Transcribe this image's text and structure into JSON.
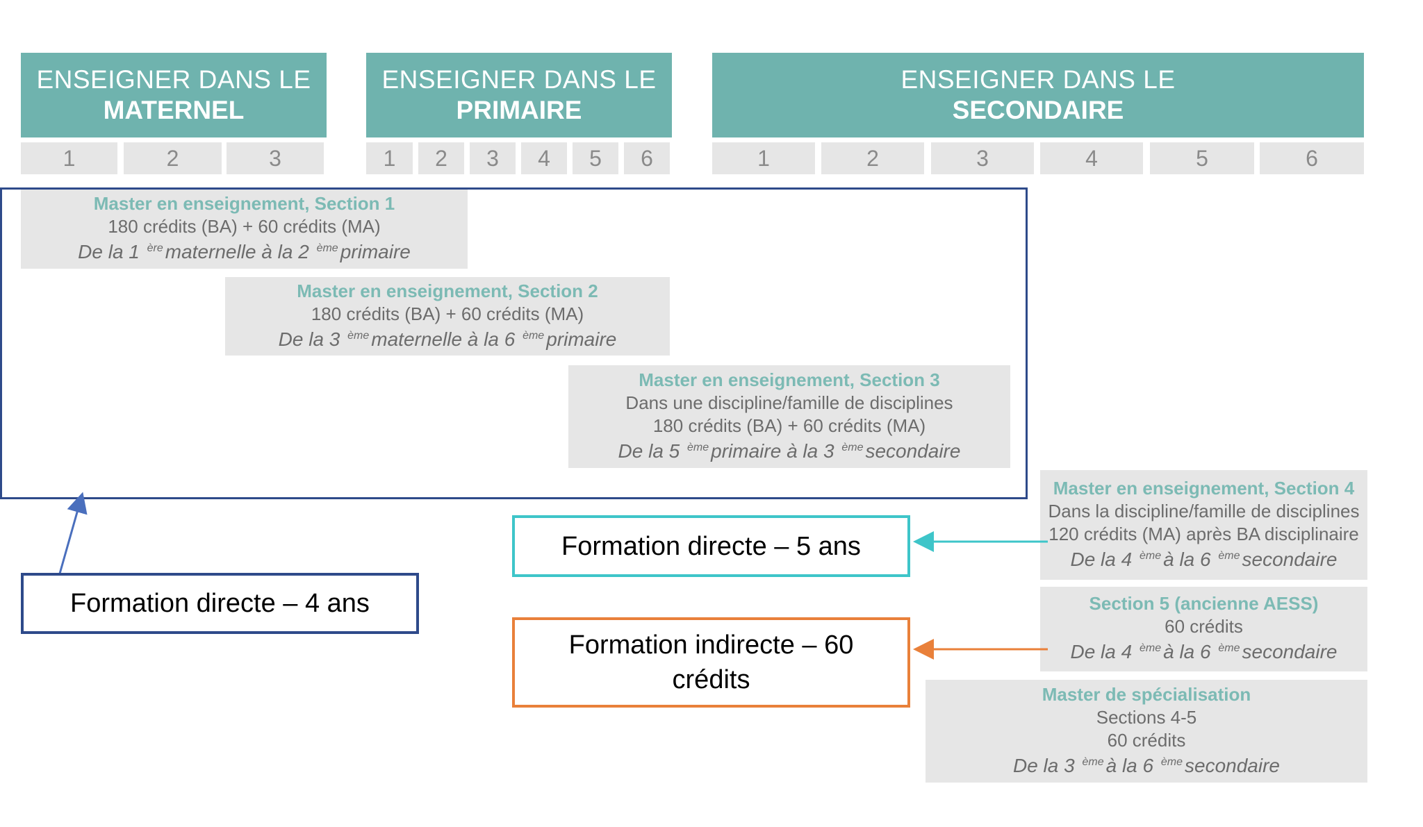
{
  "headers": [
    {
      "top": "ENSEIGNER DANS LE",
      "bottom": "MATERNEL"
    },
    {
      "top": "ENSEIGNER DANS LE",
      "bottom": "PRIMAIRE"
    },
    {
      "top": "ENSEIGNER DANS LE",
      "bottom": "SECONDAIRE"
    }
  ],
  "years": {
    "maternel": [
      "1",
      "2",
      "3"
    ],
    "primaire": [
      "1",
      "2",
      "3",
      "4",
      "5",
      "6"
    ],
    "secondaire": [
      "1",
      "2",
      "3",
      "4",
      "5",
      "6"
    ]
  },
  "programs": {
    "s1": {
      "title": "Master en enseignement, Section 1",
      "line1": "180 crédits (BA) + 60 crédits (MA)",
      "r1": "De la 1",
      "r1sup": "ère",
      "r2": "maternelle à la 2",
      "r2sup": "ème",
      "r3": "primaire"
    },
    "s2": {
      "title": "Master en enseignement, Section 2",
      "line1": "180 crédits (BA) + 60 crédits (MA)",
      "r1": "De la 3",
      "r1sup": "ème",
      "r2": "maternelle à la 6",
      "r2sup": "ème",
      "r3": "primaire"
    },
    "s3": {
      "title": "Master en enseignement, Section 3",
      "line1": "Dans une discipline/famille de disciplines",
      "line2": "180 crédits (BA) + 60 crédits (MA)",
      "r1": "De la 5",
      "r1sup": "ème",
      "r2": "primaire à la 3",
      "r2sup": "ème",
      "r3": "secondaire"
    },
    "s4": {
      "title": "Master en enseignement, Section 4",
      "line1": "Dans la discipline/famille de disciplines",
      "line2": "120 crédits (MA) après BA disciplinaire",
      "r1": "De la 4",
      "r1sup": "ème",
      "r2": "à la 6",
      "r2sup": "ème",
      "r3": "secondaire"
    },
    "s5": {
      "title": "Section 5 (ancienne AESS)",
      "line1": "60 crédits",
      "r1": "De la 4",
      "r1sup": "ème",
      "r2": "à la 6",
      "r2sup": "ème",
      "r3": "secondaire"
    },
    "spec": {
      "title": "Master de spécialisation",
      "line1": "Sections 4-5",
      "line2": "60 crédits",
      "r1": "De la 3",
      "r1sup": "ème",
      "r2": "à la 6",
      "r2sup": "ème",
      "r3": "secondaire"
    }
  },
  "labels": {
    "direct4": "Formation directe – 4 ans",
    "direct5": "Formation directe – 5 ans",
    "indirect_line1": "Formation indirecte – 60",
    "indirect_line2": "crédits"
  },
  "colors": {
    "header_bg": "#6fb3ae",
    "box_bg": "#e6e6e6",
    "title_teal": "#7cbab4",
    "frame_blue": "#2e4a8a",
    "arrow_blue": "#4a6fbd",
    "cyan": "#3ec5c9",
    "orange": "#e9803a"
  }
}
